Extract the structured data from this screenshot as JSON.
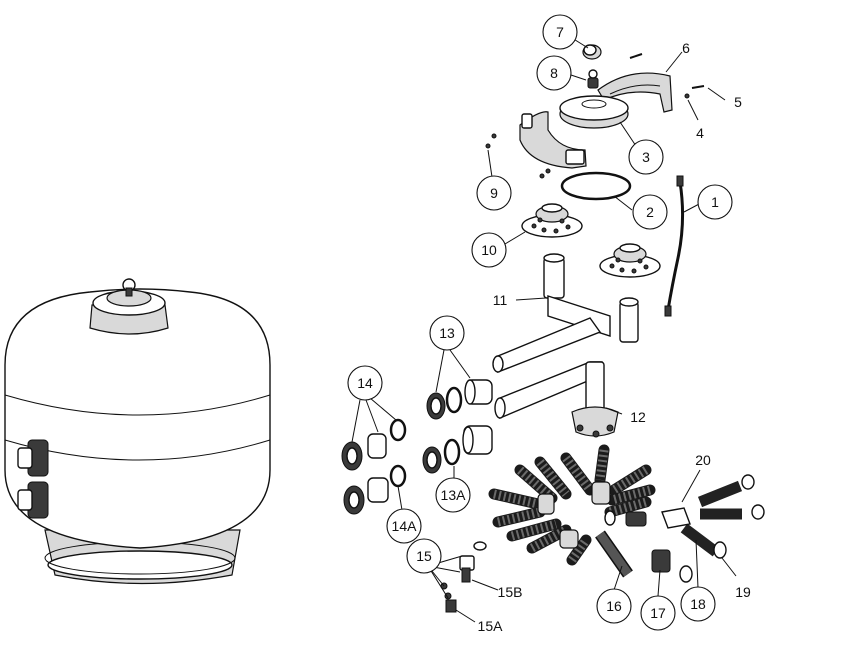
{
  "diagram": {
    "callouts": [
      {
        "id": "c1",
        "label": "1"
      },
      {
        "id": "c2",
        "label": "2"
      },
      {
        "id": "c3",
        "label": "3"
      },
      {
        "id": "c4",
        "label": "4"
      },
      {
        "id": "c5",
        "label": "5"
      },
      {
        "id": "c6",
        "label": "6"
      },
      {
        "id": "c7",
        "label": "7"
      },
      {
        "id": "c8",
        "label": "8"
      },
      {
        "id": "c9",
        "label": "9"
      },
      {
        "id": "c10",
        "label": "10"
      },
      {
        "id": "c11",
        "label": "11"
      },
      {
        "id": "c12",
        "label": "12"
      },
      {
        "id": "c13",
        "label": "13"
      },
      {
        "id": "c13a",
        "label": "13A"
      },
      {
        "id": "c14",
        "label": "14"
      },
      {
        "id": "c14a",
        "label": "14A"
      },
      {
        "id": "c15",
        "label": "15"
      },
      {
        "id": "c15a",
        "label": "15A"
      },
      {
        "id": "c15b",
        "label": "15B"
      },
      {
        "id": "c16",
        "label": "16"
      },
      {
        "id": "c17",
        "label": "17"
      },
      {
        "id": "c18",
        "label": "18"
      },
      {
        "id": "c19",
        "label": "19"
      },
      {
        "id": "c20",
        "label": "20"
      }
    ]
  }
}
